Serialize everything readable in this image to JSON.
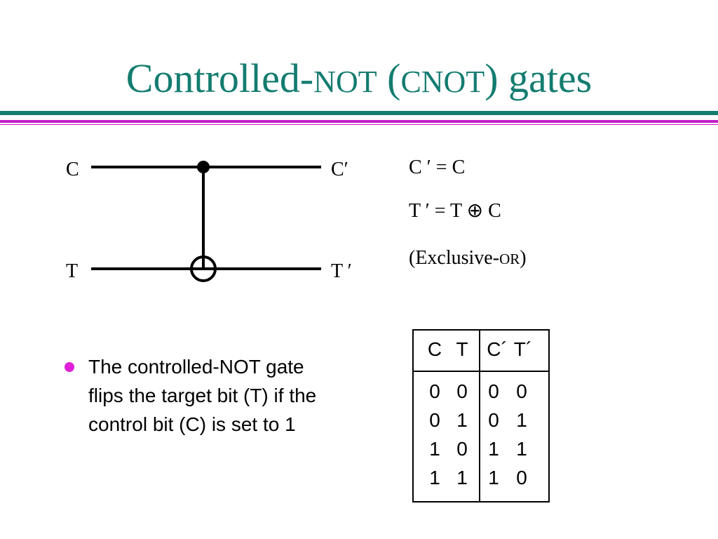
{
  "title": {
    "prefix": "Controlled-",
    "not": "NOT",
    "open": " (",
    "cnot": "CNOT",
    "suffix": ") gates"
  },
  "circuit": {
    "control_in": "C",
    "control_out": "C′",
    "target_in": "T",
    "target_out": "T ′"
  },
  "equations": {
    "line1": "C ′ = C",
    "line2": "T ′ = T ⊕ C",
    "xor_prefix": "(Exclusive-",
    "xor_or": "OR",
    "xor_suffix": ")"
  },
  "bullet": {
    "text": "The controlled-NOT gate flips the target bit (T) if the control bit (C) is set to 1",
    "color": "#e020d8"
  },
  "truth_table": {
    "headers": [
      "C",
      "T",
      "C´",
      "T´"
    ],
    "rows": [
      [
        "0",
        "0",
        "0",
        "0"
      ],
      [
        "0",
        "1",
        "0",
        "1"
      ],
      [
        "1",
        "0",
        "1",
        "1"
      ],
      [
        "1",
        "1",
        "1",
        "0"
      ]
    ]
  },
  "colors": {
    "title": "#137c70",
    "rule_teal": "#137c70",
    "rule_magenta": "#c21fc8"
  }
}
